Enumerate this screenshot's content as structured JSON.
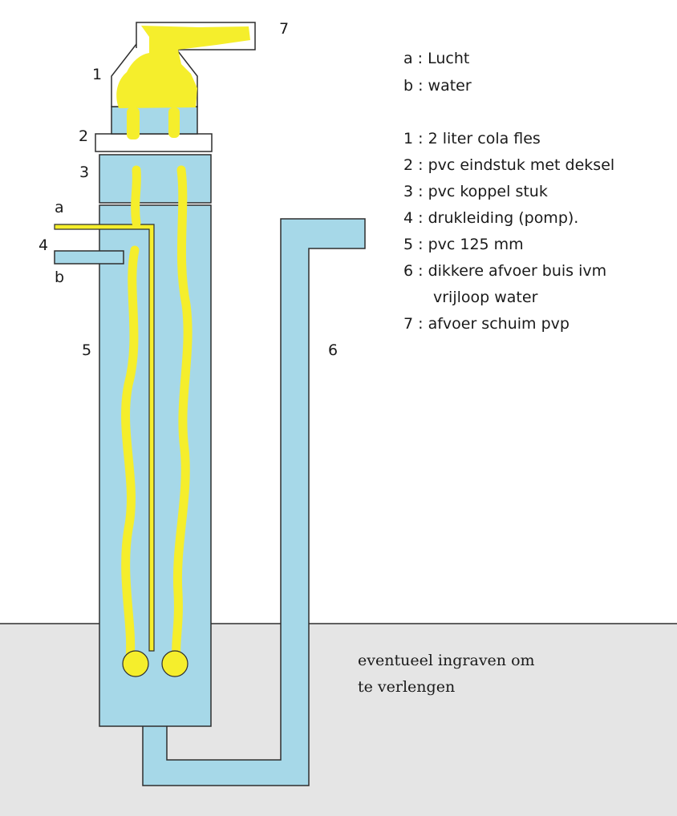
{
  "colors": {
    "pipe": "#a6d8e8",
    "outline": "#2e2e2e",
    "foam": "#f5ee2c",
    "ground": "#e5e5e5",
    "background": "#ffffff"
  },
  "labels": {
    "n1": "1",
    "n2": "2",
    "n3": "3",
    "n4": "4",
    "n5": "5",
    "n6": "6",
    "n7": "7",
    "a": "a",
    "b": "b"
  },
  "legend": {
    "air": "a : Lucht",
    "water": "b : water",
    "items": [
      "1 : 2 liter cola fles",
      "2 : pvc eindstuk met deksel",
      "3 : pvc koppel stuk",
      "4 : drukleiding (pomp).",
      "5 : pvc 125 mm",
      "6 : dikkere afvoer buis ivm",
      "vrijloop water",
      "7 : afvoer schuim pvp"
    ]
  },
  "note": {
    "line1": "eventueel ingraven om",
    "line2": "te verlengen"
  }
}
